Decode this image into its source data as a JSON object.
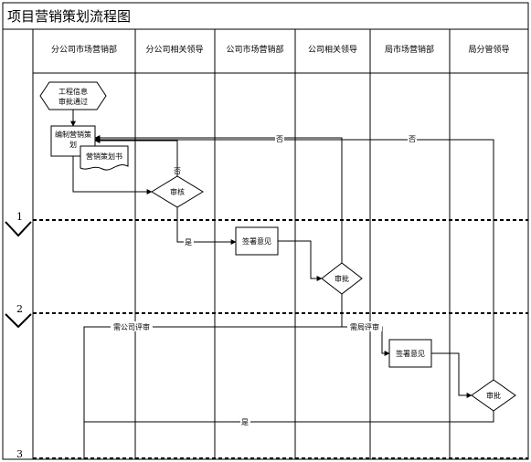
{
  "title": "项目营销策划流程图",
  "lanes": [
    "分公司市场营销部",
    "分公司相关领导",
    "公司市场营销部",
    "公司相关领导",
    "局市场营销部",
    "局分管领导"
  ],
  "phases": [
    "1",
    "2",
    "3"
  ],
  "nodes": {
    "start_line1": "工程信息",
    "start_line2": "审批通过",
    "prepare_line1": "编制营销策",
    "prepare_line2": "划",
    "document": "营销策划书",
    "review": "审核",
    "sign1": "签署意见",
    "approve1": "审批",
    "sign2": "签署意见",
    "approve2": "审批"
  },
  "labels": {
    "no_review": "否",
    "no_company": "否",
    "no_bureau": "否",
    "yes_review": "是",
    "need_company": "需公司评审",
    "need_bureau": "需局评审",
    "yes_final": "是"
  }
}
